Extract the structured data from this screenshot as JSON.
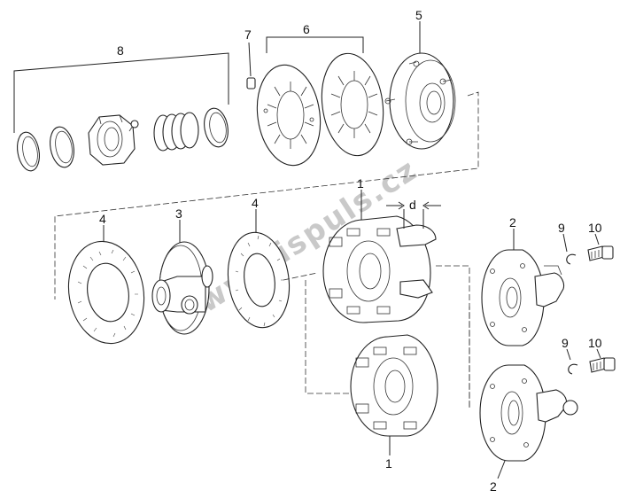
{
  "diagram": {
    "callouts": {
      "n1_top": "1",
      "n1_bottom": "1",
      "n2_top": "2",
      "n2_bottom": "2",
      "n3": "3",
      "n4_left": "4",
      "n4_right": "4",
      "n5": "5",
      "n6": "6",
      "n7": "7",
      "n8": "8",
      "n9_top": "9",
      "n9_bottom": "9",
      "n10_top": "10",
      "n10_bottom": "10",
      "d": "d"
    },
    "watermark": "www.kispuls.cz"
  }
}
